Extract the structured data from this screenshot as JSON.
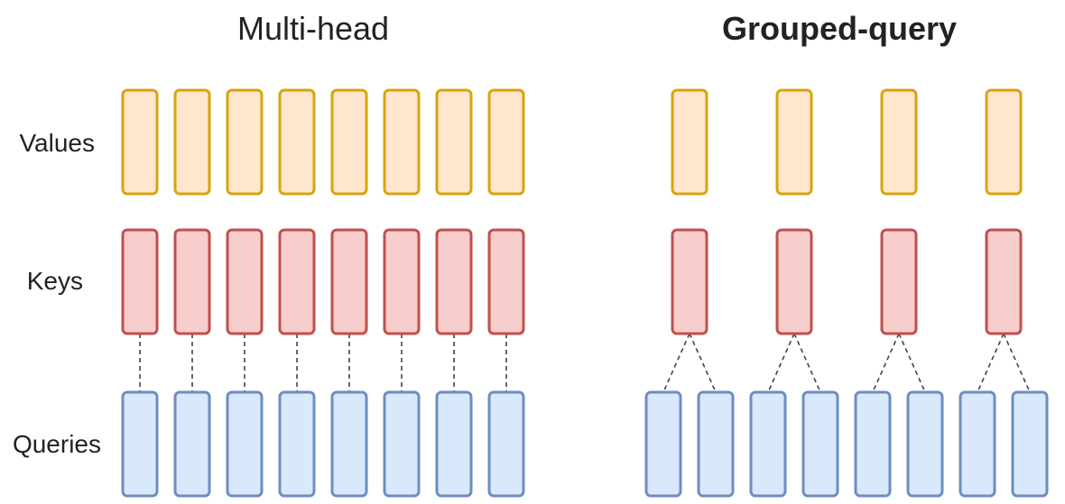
{
  "titles": {
    "left": "Multi-head",
    "right": "Grouped-query"
  },
  "row_labels": {
    "values": "Values",
    "keys": "Keys",
    "queries": "Queries"
  },
  "colors": {
    "values_fill": "#ffe6cc",
    "values_stroke": "#d6a50e",
    "keys_fill": "#f8cecc",
    "keys_stroke": "#c0504d",
    "queries_fill": "#dae8fc",
    "queries_stroke": "#6c8ebf",
    "connector": "#444444"
  },
  "multi_head": {
    "value_heads": 8,
    "key_heads": 8,
    "query_heads": 8
  },
  "grouped_query": {
    "value_heads": 4,
    "key_heads": 4,
    "query_heads": 8,
    "queries_per_group": 2
  }
}
